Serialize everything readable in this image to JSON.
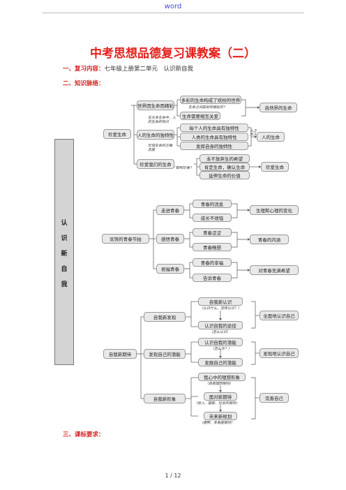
{
  "header": {
    "word": "word"
  },
  "title": "中考思想品德复习课教案（二）",
  "sections": {
    "s1_label": "一、复习内容：",
    "s1_value": "七年级上册第二单元　认识新自我",
    "s2_label": "二、知识脉络：",
    "s3_label": "三、课标要求："
  },
  "side_label": [
    "认",
    "识",
    "新",
    "自",
    "我"
  ],
  "diagram1": {
    "root": "珍爱生命",
    "level1": [
      "世界因生命而精彩",
      "人的生命的独特性",
      "珍爱我们的生命"
    ],
    "level2": [
      "多彩的生命构成了缤纷的世界",
      "生命需要相互关爱",
      "每个人的生命具有独特性",
      "人类的生命具有独特性",
      "发挥自身的独特性",
      "永不放弃生的希望",
      "肯定生命，确认生命",
      "延伸生命的价值"
    ],
    "right": [
      "自然界的生命",
      "人的生命",
      "珍爱生命"
    ],
    "notes": [
      "生命之间是如何相处的？",
      "在众多生命中，人的生命的特点",
      "珍惜生命的正确态度",
      "人之为人",
      "如何珍爱？"
    ]
  },
  "diagram2": {
    "root": "欢快的青春节拍",
    "level1": [
      "走进青春",
      "感悟青春",
      "祝福青春"
    ],
    "level2": [
      "青春的消息",
      "成长不烦恼",
      "青春涩涩",
      "青春畅想",
      "青春的幸福",
      "告诉青春"
    ],
    "right": [
      "生理和心理的变化",
      "青春的内涵",
      "对青春充满希望"
    ]
  },
  "diagram3": {
    "root": "自我新期待",
    "level1": [
      "自我新发现",
      "发现自己的潜能",
      "自我新形象"
    ],
    "level2": [
      "自我新认识",
      "认识自我的途径",
      "认识自我的潜能",
      "发掘自己的潜能",
      "我心中的理想形象",
      "面对新期待",
      "未来新规划"
    ],
    "notes": [
      "（认识什么，怎样认识？）",
      "（怎么认识）",
      "（怎么办？）",
      "（自我理想期待）",
      "（他人、国家、社会的期待）",
      "（遵照、多角度期待）"
    ],
    "right": [
      "全面地认识自己",
      "发现地认识自己",
      "完善自己"
    ]
  },
  "footer": {
    "page": "1 / 12"
  }
}
